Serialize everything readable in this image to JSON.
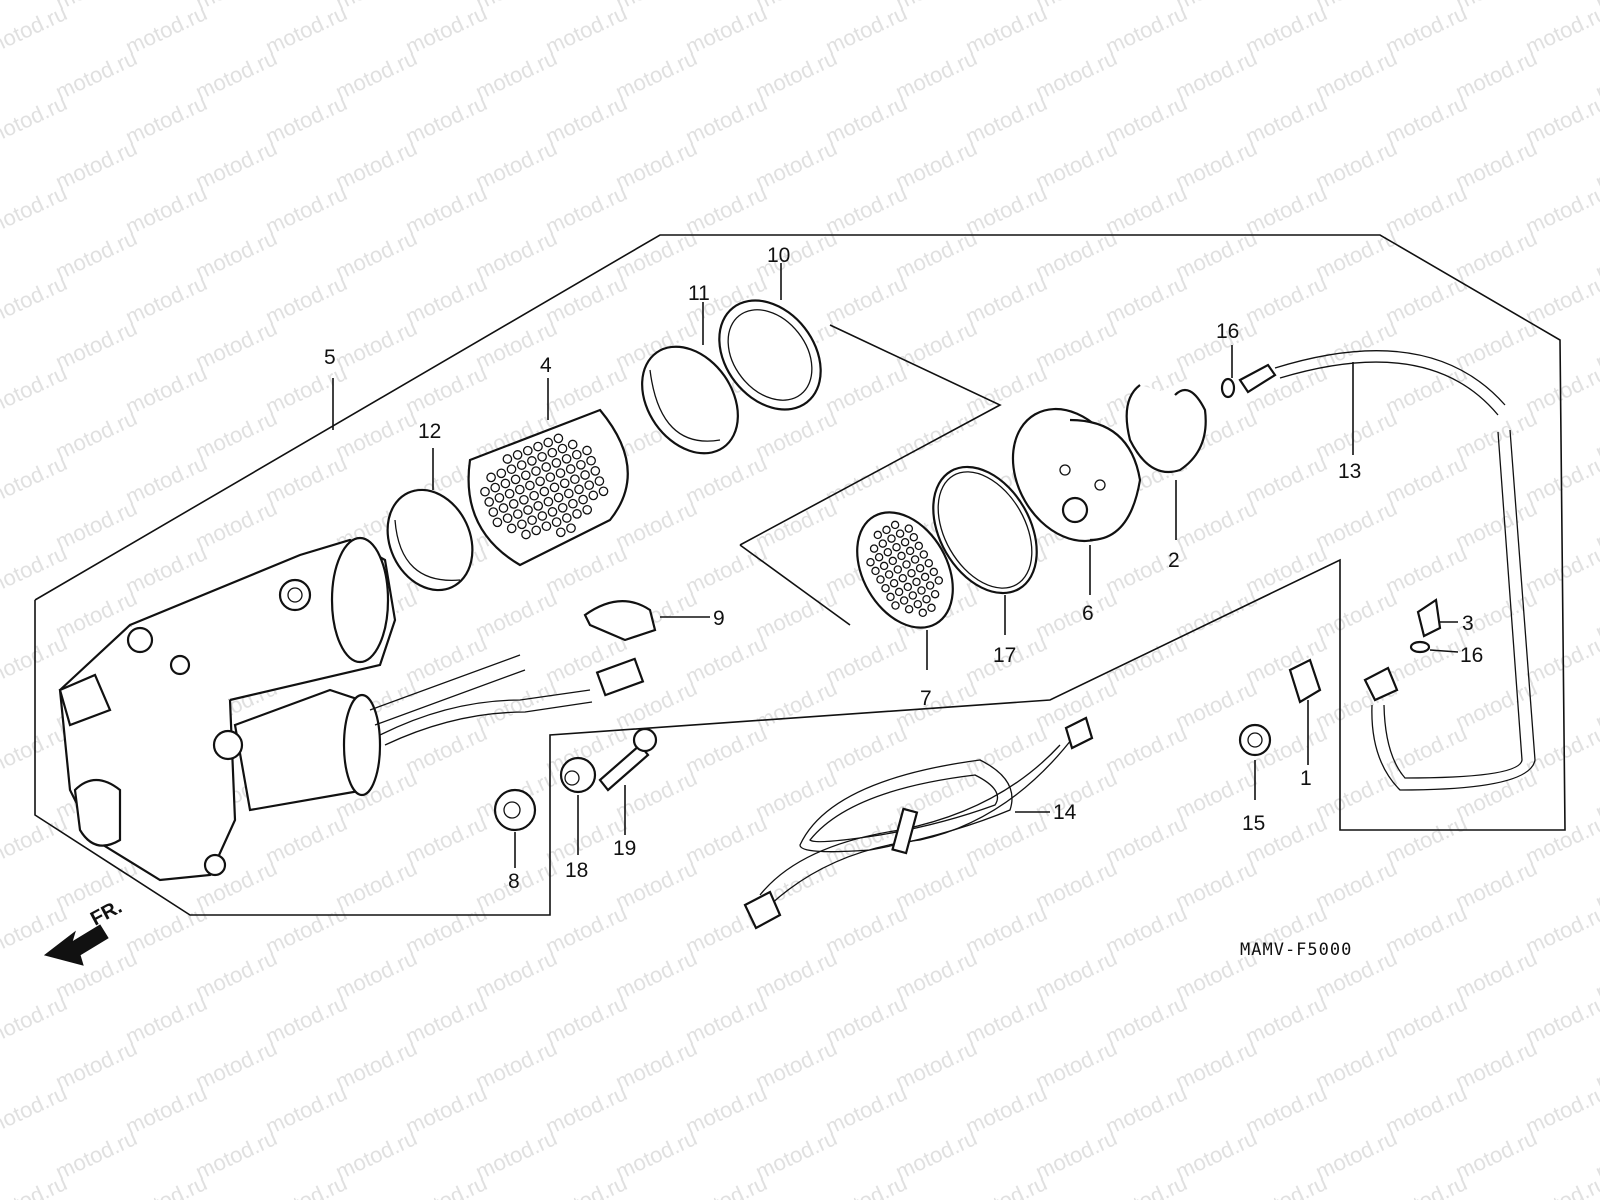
{
  "diagram": {
    "code": "MAMV-F5000",
    "direction_label": "FR.",
    "watermark": "motod.ru",
    "callouts": [
      "5",
      "12",
      "4",
      "11",
      "10",
      "16",
      "13",
      "2",
      "6",
      "17",
      "7",
      "9",
      "3",
      "16",
      "1",
      "15",
      "14",
      "8",
      "18",
      "19"
    ]
  }
}
